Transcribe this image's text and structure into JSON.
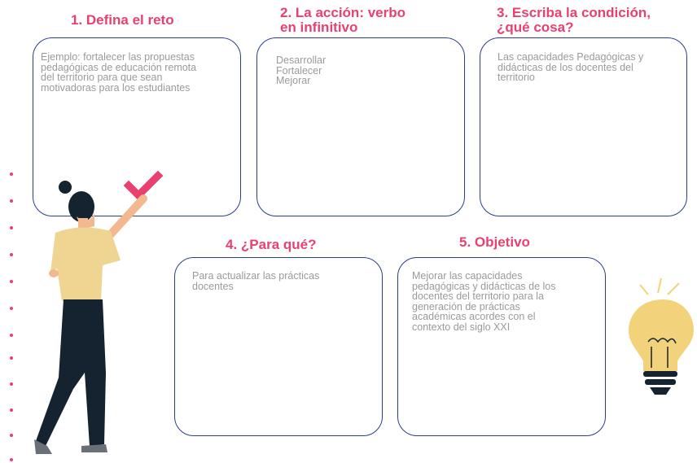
{
  "steps": [
    {
      "title": "1. Defina el reto",
      "text": "Ejemplo: fortalecer las propuestas\npedagógicas de educación remota\ndel territorio para que sean\nmotivadoras para los estudiantes"
    },
    {
      "title": "2. La acción: verbo\nen infinitivo",
      "text": "Desarrollar\nFortalecer\nMejorar"
    },
    {
      "title": "3. Escriba la condición,\n¿qué cosa?",
      "text": "Las capacidades Pedagógicas y\ndidácticas de los docentes del\nterritorio"
    },
    {
      "title": "4. ¿Para qué?",
      "text": "Para actualizar las prácticas\ndocentes"
    },
    {
      "title": "5. Objetivo",
      "text": "Mejorar las capacidades\npedagógicas y didácticas de los\ndocentes del territorio para la\ngeneración de prácticas\nacadémicas acordes con el\ncontexto del siglo XXI"
    }
  ],
  "colors": {
    "accent": "#e8416f",
    "border": "#2b3d8f",
    "text": "#9a9a9a"
  },
  "illustrations": [
    "woman-with-checkmark-illustration",
    "lightbulb-icon"
  ]
}
